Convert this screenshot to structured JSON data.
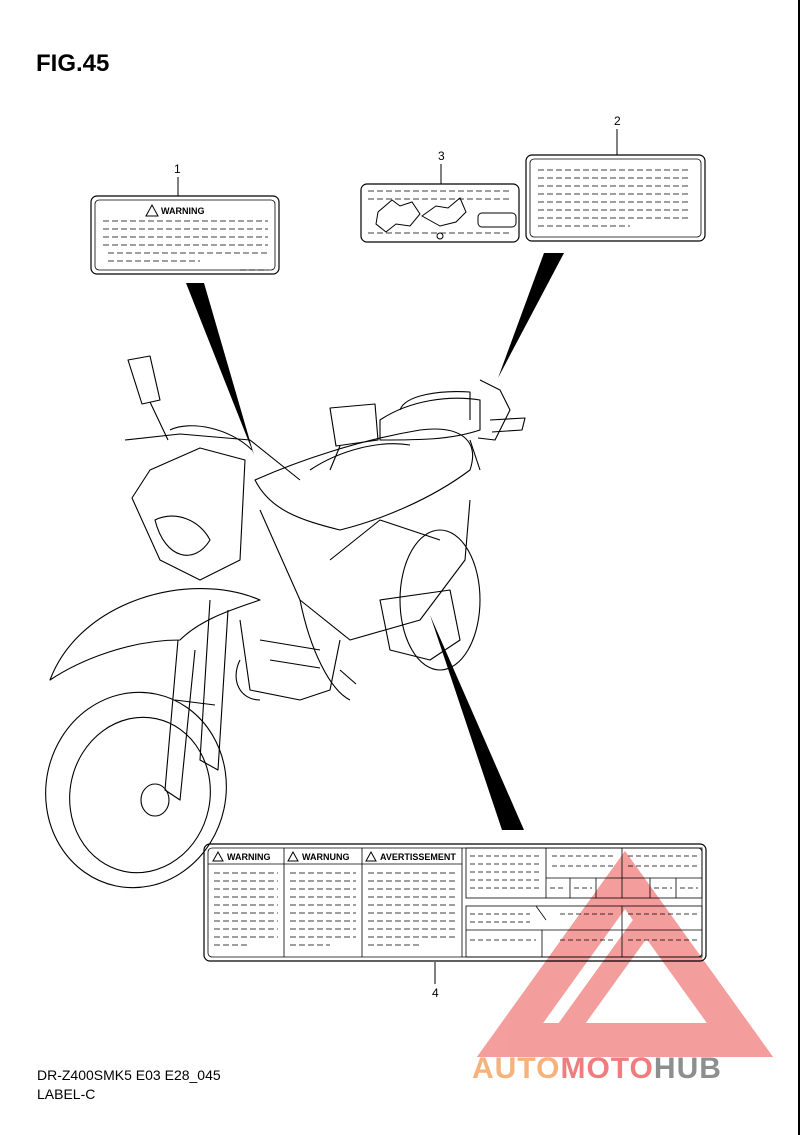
{
  "figure": {
    "title": "FIG.45"
  },
  "callouts": [
    "1",
    "2",
    "3",
    "4"
  ],
  "labels": {
    "label1": {
      "heading": "WARNING"
    },
    "label4": {
      "headings": [
        "WARNING",
        "WARNUNG",
        "AVERTISSEMENT"
      ]
    }
  },
  "footer": {
    "model_code": "DR-Z400SMK5 E03 E28_045",
    "subtitle": "LABEL-C"
  },
  "watermark": {
    "part1": "AUTO",
    "part2": "MOTO",
    "part3": "HUB"
  },
  "colors": {
    "line": "#000000",
    "watermark_red": "#f07d7d",
    "watermark_orange": "#f5b27c",
    "watermark_gray": "#8e8e8e"
  }
}
